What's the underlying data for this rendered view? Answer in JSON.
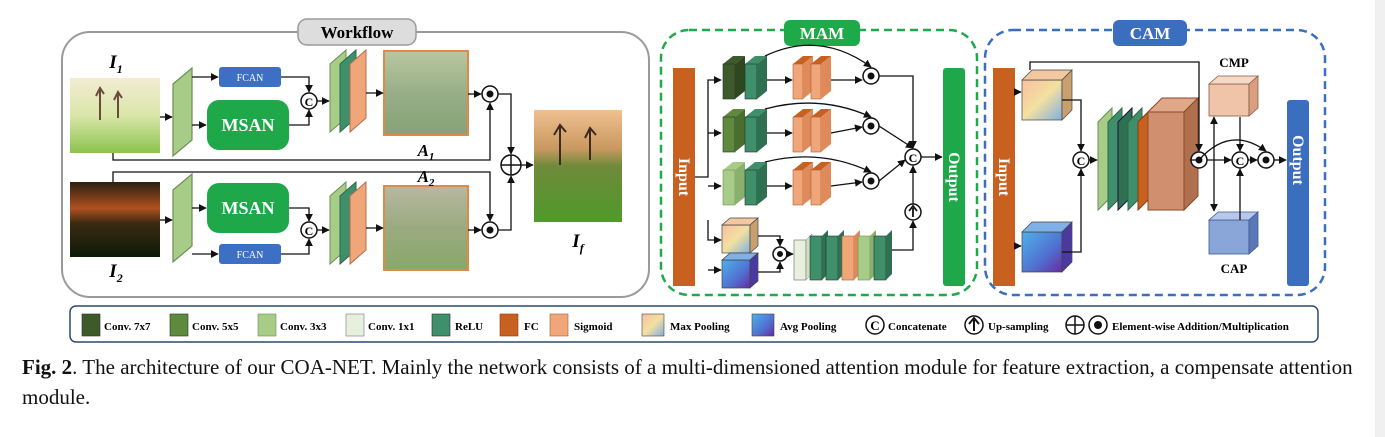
{
  "panels": {
    "workflow": "Workflow",
    "mam": "MAM",
    "cam": "CAM"
  },
  "workflow": {
    "input1": "I",
    "input1_sub": "1",
    "input2": "I",
    "input2_sub": "2",
    "attn1": "A",
    "attn1_sub": "1",
    "attn2": "A",
    "attn2_sub": "2",
    "output": "I",
    "output_sub": "f",
    "fcan": "FCAN",
    "msan": "MSAN"
  },
  "mam": {
    "input": "Input",
    "output": "Output"
  },
  "cam": {
    "input": "Input",
    "output": "Output",
    "cmp": "CMP",
    "cap": "CAP"
  },
  "ops": {
    "concat": "C"
  },
  "legend": {
    "conv7": "Conv. 7x7",
    "conv5": "Conv. 5x5",
    "conv3": "Conv. 3x3",
    "conv1": "Conv. 1x1",
    "relu": "ReLU",
    "fc": "FC",
    "sigmoid": "Sigmoid",
    "maxpool": "Max Pooling",
    "avgpool": "Avg Pooling",
    "concatenate": "Concatenate",
    "upsampling": "Up-sampling",
    "elementwise": "Element-wise Addition/Multiplication"
  },
  "caption": {
    "label": "Fig. 2",
    "text": ". The architecture of our COA-NET. Mainly the network consists of a multi-dimensioned attention module for feature extraction, a compensate attention module."
  },
  "colors": {
    "conv7": "#3e5a2a",
    "conv5": "#5f8a3e",
    "conv3": "#a6cc88",
    "conv1": "#e7f0dc",
    "relu": "#3e8f6a",
    "fc": "#c8601f",
    "sigmoid": "#f1a67a",
    "msan": "#1ea84a",
    "fcan": "#3d6fc4",
    "mam_border": "#1faa4a",
    "cam_border": "#3c6ec0"
  }
}
